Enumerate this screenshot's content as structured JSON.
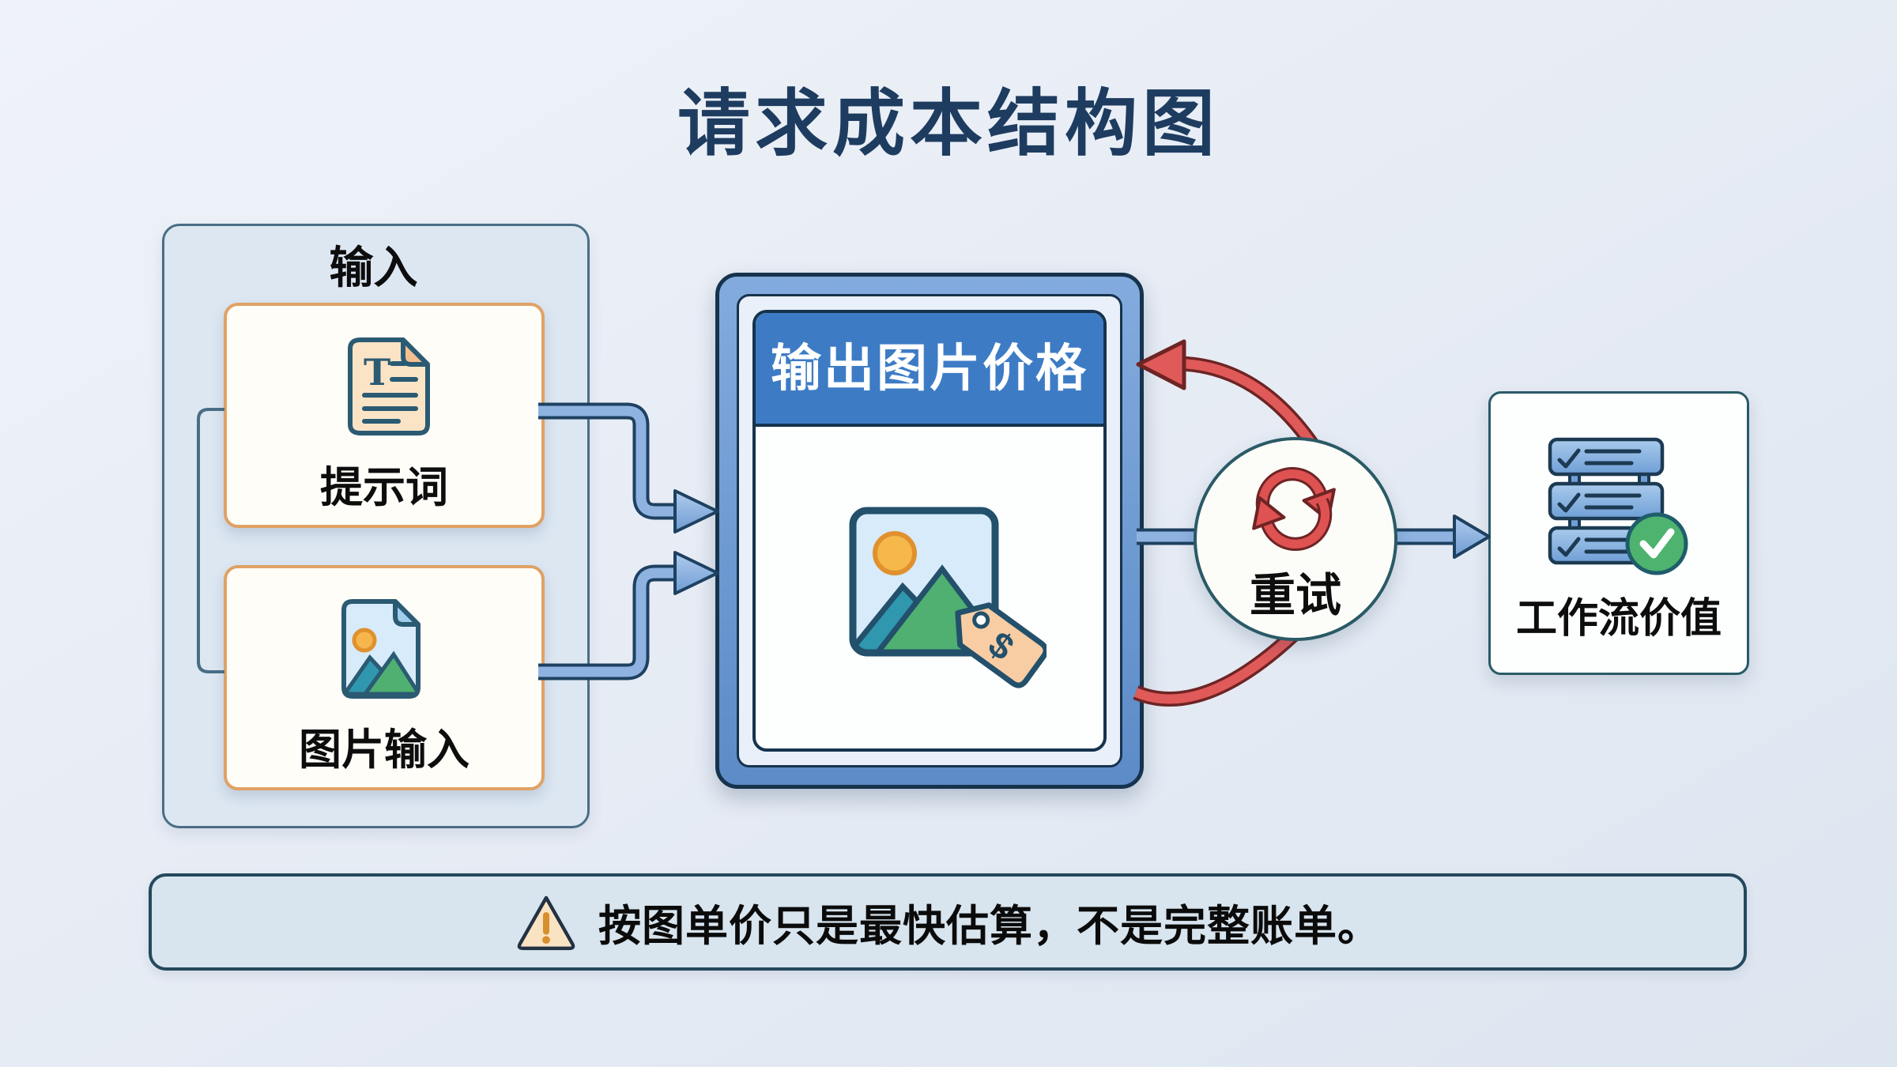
{
  "title": "请求成本结构图",
  "input_panel": {
    "label": "输入",
    "cards": [
      {
        "label": "提示词",
        "icon": "text-document-icon",
        "glyph": "T"
      },
      {
        "label": "图片输入",
        "icon": "image-file-icon"
      }
    ]
  },
  "output_box": {
    "header": "输出图片价格",
    "icon": "priced-image-icon",
    "tag_glyph": "$"
  },
  "retry_node": {
    "label": "重试",
    "icon": "refresh-cycle-icon"
  },
  "result_card": {
    "label": "工作流价值",
    "icon": "checklist-icon"
  },
  "note_bar": {
    "icon": "warning-triangle-icon",
    "text": "按图单价只是最快估算，不是完整账单。"
  },
  "colors": {
    "title_navy": "#1e3c60",
    "header_blue": "#3d7cc5",
    "frame_blue": "#6f9cd2",
    "arrow_blue": "#8fb3e1",
    "alert_red": "#e05a5a",
    "card_border_orange": "#dfa265",
    "success_green": "#4db36e",
    "tag_peach": "#f8cda4"
  }
}
